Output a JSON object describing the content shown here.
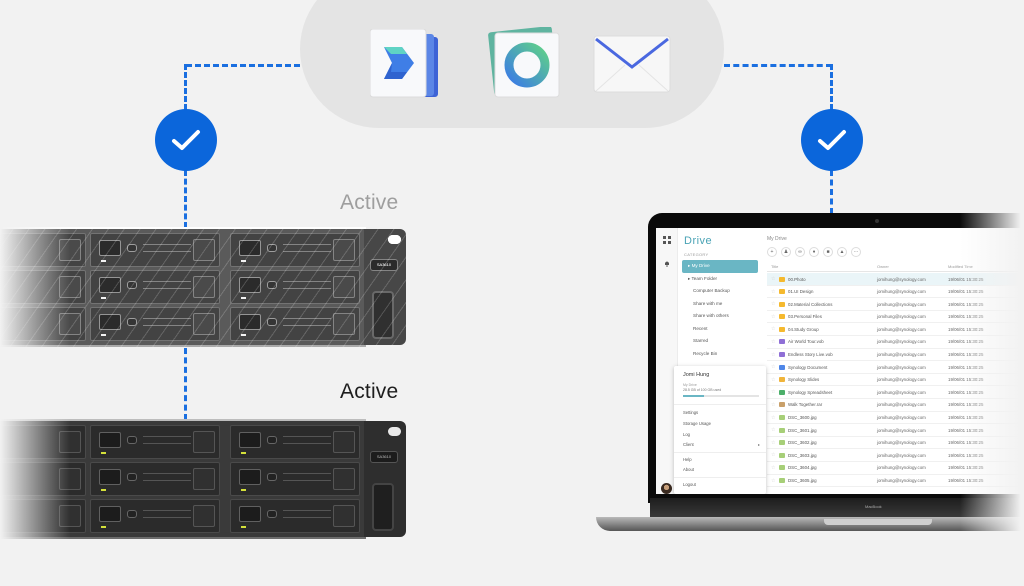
{
  "apps": {
    "icons": [
      {
        "name": "synology-drive-icon",
        "label": "Synology Drive"
      },
      {
        "name": "synology-moments-icon",
        "label": "Synology Moments"
      },
      {
        "name": "mail-icon",
        "label": "Mail"
      }
    ]
  },
  "status": {
    "upper_server": "Active",
    "lower_server": "Active"
  },
  "nas": {
    "model_upper": "SA3610",
    "model_lower": "SA3610"
  },
  "laptop": {
    "brand": "MacBook"
  },
  "drive": {
    "logo": "Drive",
    "category_label": "CATEGORY",
    "nav": [
      {
        "label": "My Drive",
        "selected": true,
        "caret": true
      },
      {
        "label": "Team Folder",
        "selected": false,
        "caret": true
      },
      {
        "label": "Computer Backup",
        "selected": false,
        "caret": false
      },
      {
        "label": "Share with me",
        "selected": false,
        "caret": false
      },
      {
        "label": "Share with others",
        "selected": false,
        "caret": false
      },
      {
        "label": "Recent",
        "selected": false,
        "caret": false
      },
      {
        "label": "Starred",
        "selected": false,
        "caret": false
      },
      {
        "label": "Recycle Bin",
        "selected": false,
        "caret": false
      }
    ],
    "user_menu": {
      "name": "Jomi Hung",
      "drive_label": "My Drive",
      "usage": "28.5 GB of 100 GB used",
      "usage_percent": 27,
      "items": [
        "Settings",
        "Storage Usage",
        "Log",
        "Client",
        "Help",
        "About",
        "Logout"
      ]
    },
    "breadcrumb": "My Drive",
    "toolbar": [
      "+",
      "share-user",
      "link",
      "tag",
      "copy",
      "delete",
      "more"
    ],
    "columns": {
      "title": "Title",
      "owner": "Owner",
      "modified": "Modified Time"
    },
    "rows": [
      {
        "name": "00.Photo",
        "type": "folder",
        "owner": "jomihung@synology.com",
        "modified": "19/06/01 15:30:25",
        "selected": true
      },
      {
        "name": "01.UI Design",
        "type": "folder",
        "owner": "jomihung@synology.com",
        "modified": "19/06/01 15:30:25"
      },
      {
        "name": "02.Material Collections",
        "type": "folder",
        "owner": "jomihung@synology.com",
        "modified": "19/06/01 15:30:25"
      },
      {
        "name": "03.Personal Files",
        "type": "folder",
        "owner": "jomihung@synology.com",
        "modified": "19/06/01 15:30:25"
      },
      {
        "name": "04.Study Group",
        "type": "folder",
        "owner": "jomihung@synology.com",
        "modified": "19/06/01 15:30:25"
      },
      {
        "name": "Air World Tour.vob",
        "type": "video",
        "owner": "jomihung@synology.com",
        "modified": "19/06/01 15:30:25"
      },
      {
        "name": "Endless Story Live.vob",
        "type": "video",
        "owner": "jomihung@synology.com",
        "modified": "19/06/01 15:30:25"
      },
      {
        "name": "Synology Document",
        "type": "doc",
        "owner": "jomihung@synology.com",
        "modified": "19/06/01 15:30:25"
      },
      {
        "name": "Synology Slides",
        "type": "slides",
        "owner": "jomihung@synology.com",
        "modified": "19/06/01 15:30:25"
      },
      {
        "name": "Synology Spreadsheet",
        "type": "sheet",
        "owner": "jomihung@synology.com",
        "modified": "19/06/01 15:30:25"
      },
      {
        "name": "Walk Together.rar",
        "type": "archive",
        "owner": "jomihung@synology.com",
        "modified": "19/06/01 15:30:25"
      },
      {
        "name": "DSC_3600.jpg",
        "type": "image",
        "owner": "jomihung@synology.com",
        "modified": "19/06/01 15:30:25"
      },
      {
        "name": "DSC_3601.jpg",
        "type": "image",
        "owner": "jomihung@synology.com",
        "modified": "19/06/01 15:30:25"
      },
      {
        "name": "DSC_3602.jpg",
        "type": "image",
        "owner": "jomihung@synology.com",
        "modified": "19/06/01 15:30:25"
      },
      {
        "name": "DSC_3603.jpg",
        "type": "image",
        "owner": "jomihung@synology.com",
        "modified": "19/06/01 15:30:25"
      },
      {
        "name": "DSC_3604.jpg",
        "type": "image",
        "owner": "jomihung@synology.com",
        "modified": "19/06/01 15:30:25"
      },
      {
        "name": "DSC_3605.jpg",
        "type": "image",
        "owner": "jomihung@synology.com",
        "modified": "19/06/01 15:30:25"
      }
    ]
  },
  "colors": {
    "connector": "#1a6fe0",
    "check": "#0b66db",
    "drive_accent": "#6ab6c4",
    "folder": "#f5b92e",
    "video": "#8f6fd6",
    "doc": "#4f86e8",
    "slides": "#f0b43a",
    "sheet": "#4caf6a",
    "archive": "#c9a06a",
    "image": "#a7cf78"
  }
}
